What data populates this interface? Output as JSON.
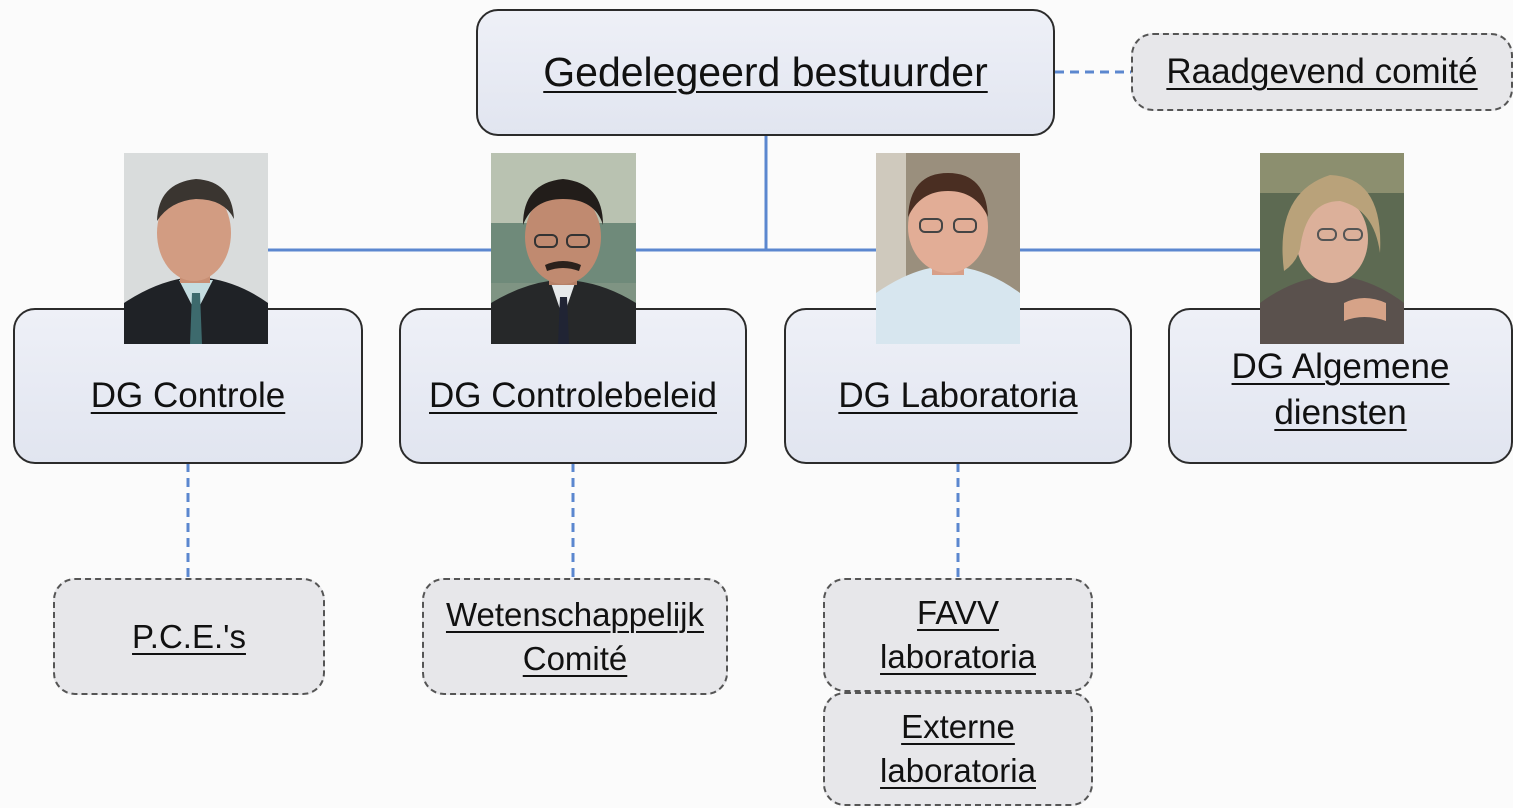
{
  "top": {
    "label": "Gedelegeerd bestuurder"
  },
  "advisory": {
    "label": "Raadgevend comité"
  },
  "directorates": [
    {
      "label": "DG Controle"
    },
    {
      "label": "DG Controlebeleid"
    },
    {
      "label": "DG Laboratoria"
    },
    {
      "lines": [
        "DG Algemene",
        "diensten"
      ]
    }
  ],
  "sub_units": {
    "pce": {
      "label": "P.C.E.'s"
    },
    "scientific": {
      "lines": [
        "Wetenschappelijk",
        "Comité"
      ]
    },
    "favv_labs": {
      "lines": [
        "FAVV",
        "laboratoria"
      ]
    },
    "external_labs": {
      "lines": [
        "Externe",
        "laboratoria"
      ]
    }
  },
  "colors": {
    "connector": "#5b87cf",
    "box_fill": "#e6e9f3",
    "dashed_fill": "#e7e7ea"
  }
}
